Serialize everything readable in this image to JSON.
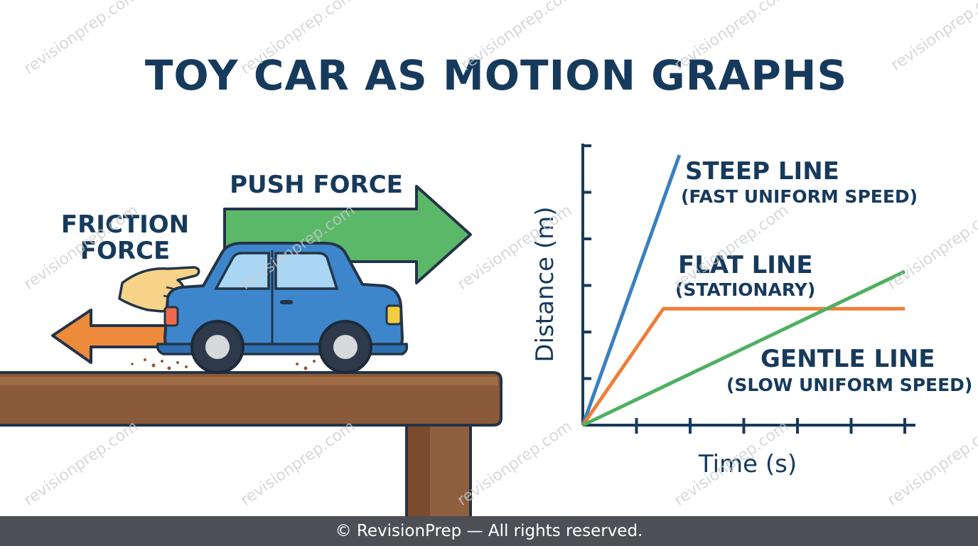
{
  "title": "TOY CAR AS  MOTION GRAPHS",
  "forces": {
    "push_label": "PUSH FORCE",
    "friction_line1": "FRICTION",
    "friction_line2": "FORCE"
  },
  "chart_data": {
    "type": "line",
    "xlabel": "Time (s)",
    "ylabel": "Distance (m)",
    "x_ticks": 6,
    "y_ticks": 6,
    "series": [
      {
        "color": "#3a80c0",
        "points": [
          [
            0,
            0
          ],
          [
            1.8,
            5.8
          ]
        ]
      },
      {
        "color": "#ec7f38",
        "points": [
          [
            0,
            0
          ],
          [
            1.5,
            2.5
          ],
          [
            6,
            2.5
          ]
        ]
      },
      {
        "color": "#4fb061",
        "points": [
          [
            0,
            0
          ],
          [
            6,
            3.3
          ]
        ]
      }
    ],
    "annotations": [
      {
        "title": "STEEP LINE",
        "subtitle": "(FAST UNIFORM SPEED)"
      },
      {
        "title": "FLAT LINE",
        "subtitle": "(STATIONARY)"
      },
      {
        "title": "GENTLE LINE",
        "subtitle": "(SLOW UNIFORM SPEED)"
      }
    ]
  },
  "watermark": "revisionprep.com",
  "footer": "© RevisionPrep — All rights reserved.",
  "colors": {
    "title": "#163a5c",
    "push_arrow": "#5cb869",
    "friction_arrow": "#ee8a3c",
    "car_body": "#3d86cc",
    "table": "#8a5a3a"
  }
}
